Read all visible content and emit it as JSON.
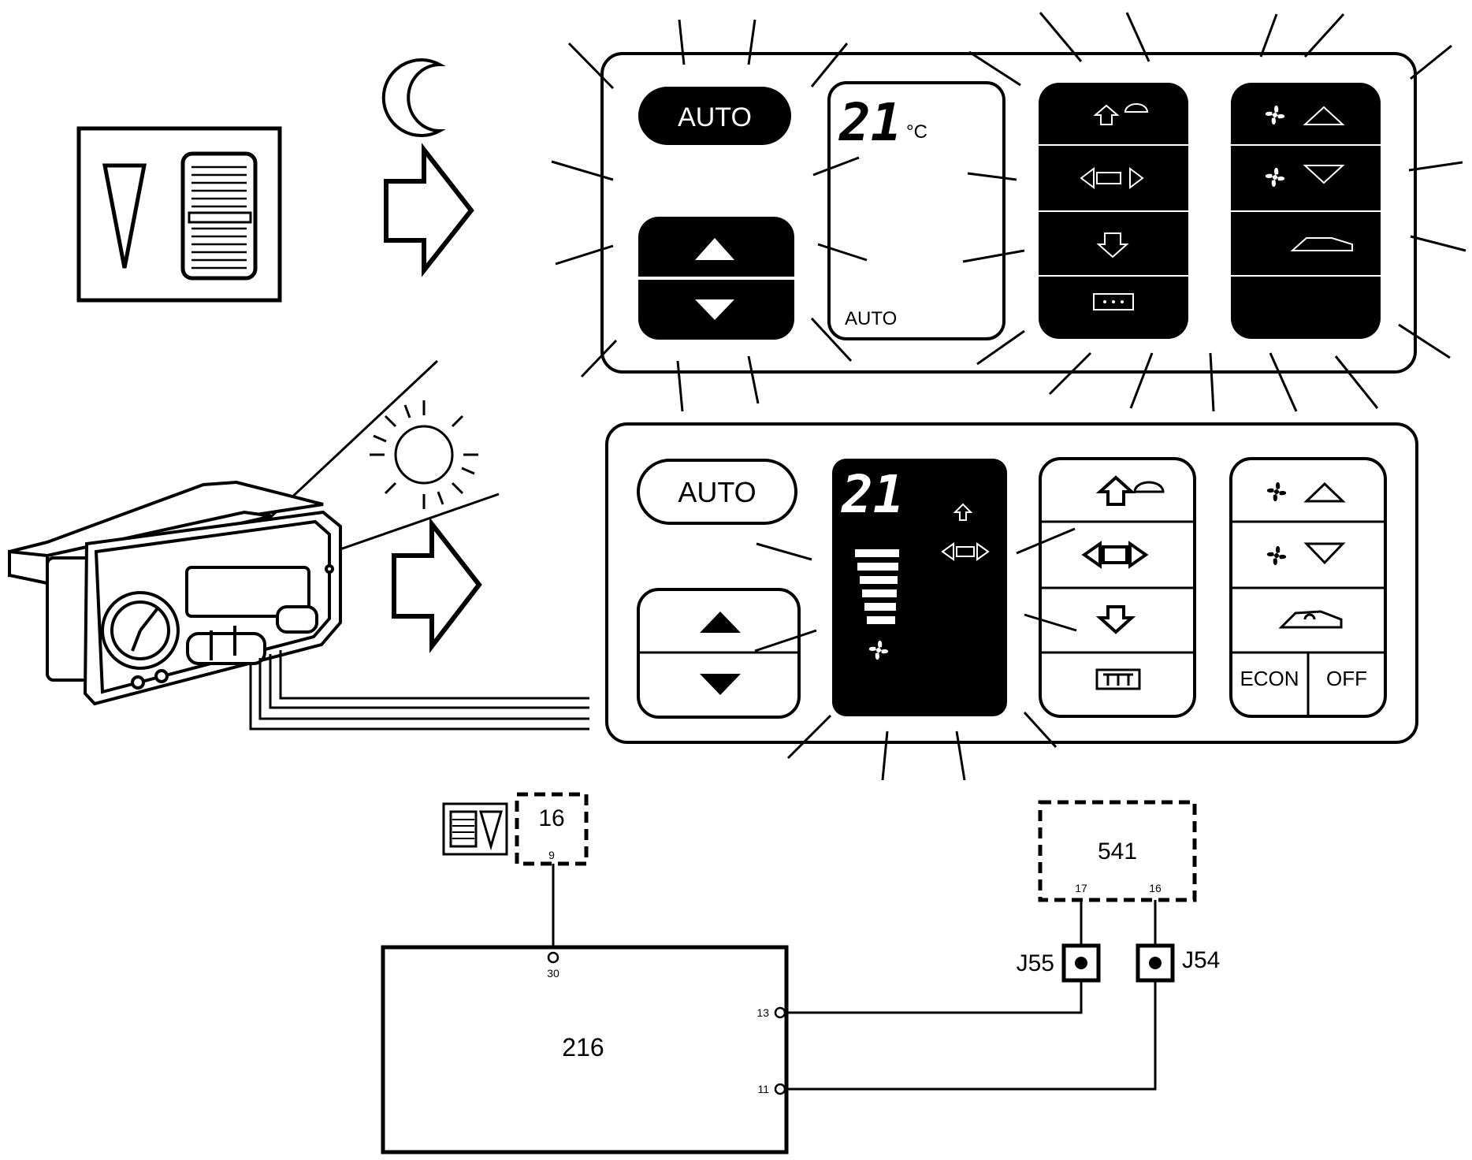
{
  "night_panel": {
    "auto_label": "AUTO",
    "temperature": "21",
    "temp_unit": "°C",
    "display_mode": "AUTO"
  },
  "day_panel": {
    "auto_label": "AUTO",
    "temperature": "21",
    "econ_label": "ECON",
    "off_label": "OFF"
  },
  "wiring": {
    "dimmer_node": "16",
    "dimmer_pin": "9",
    "control_unit": "216",
    "control_pin_dimmer": "30",
    "control_pin_a": "13",
    "control_pin_b": "11",
    "module": "541",
    "module_pin_a": "17",
    "module_pin_b": "16",
    "connector_a": "J55",
    "connector_b": "J54"
  },
  "colors": {
    "ink": "#000000",
    "paper": "#ffffff"
  },
  "icons": [
    "moon-icon",
    "sun-icon",
    "arrow-right-icon",
    "fan-icon",
    "defrost-icon",
    "recirculation-icon"
  ]
}
